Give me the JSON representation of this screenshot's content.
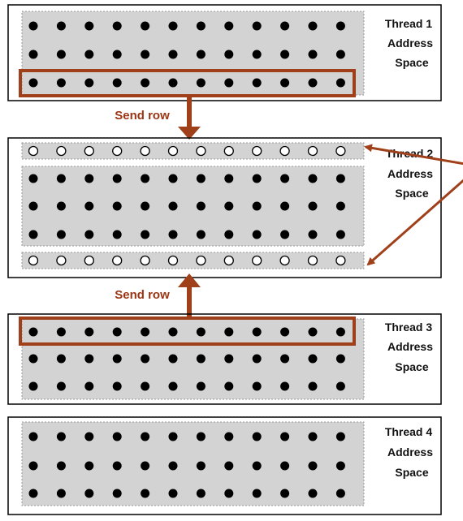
{
  "diagram": {
    "colors": {
      "accent": "#a0401a",
      "grid_fill": "#d3d3d3",
      "grid_border": "#9a9a9a",
      "box_border": "#000000",
      "dot": "#000000",
      "ghost_dot_fill": "#ffffff"
    },
    "columns_per_row": 12,
    "threads": [
      {
        "name": "Thread 1",
        "address_label_1": "Address",
        "address_label_2": "Space",
        "rows": 3
      },
      {
        "name": "Thread 2",
        "address_label_1": "Address",
        "address_label_2": "Space",
        "rows": 3,
        "ghost_rows": 2
      },
      {
        "name": "Thread 3",
        "address_label_1": "Address",
        "address_label_2": "Space",
        "rows": 3
      },
      {
        "name": "Thread 4",
        "address_label_1": "Address",
        "address_label_2": "Space",
        "rows": 3
      }
    ],
    "send_labels": [
      "Send row",
      "Send row"
    ]
  }
}
